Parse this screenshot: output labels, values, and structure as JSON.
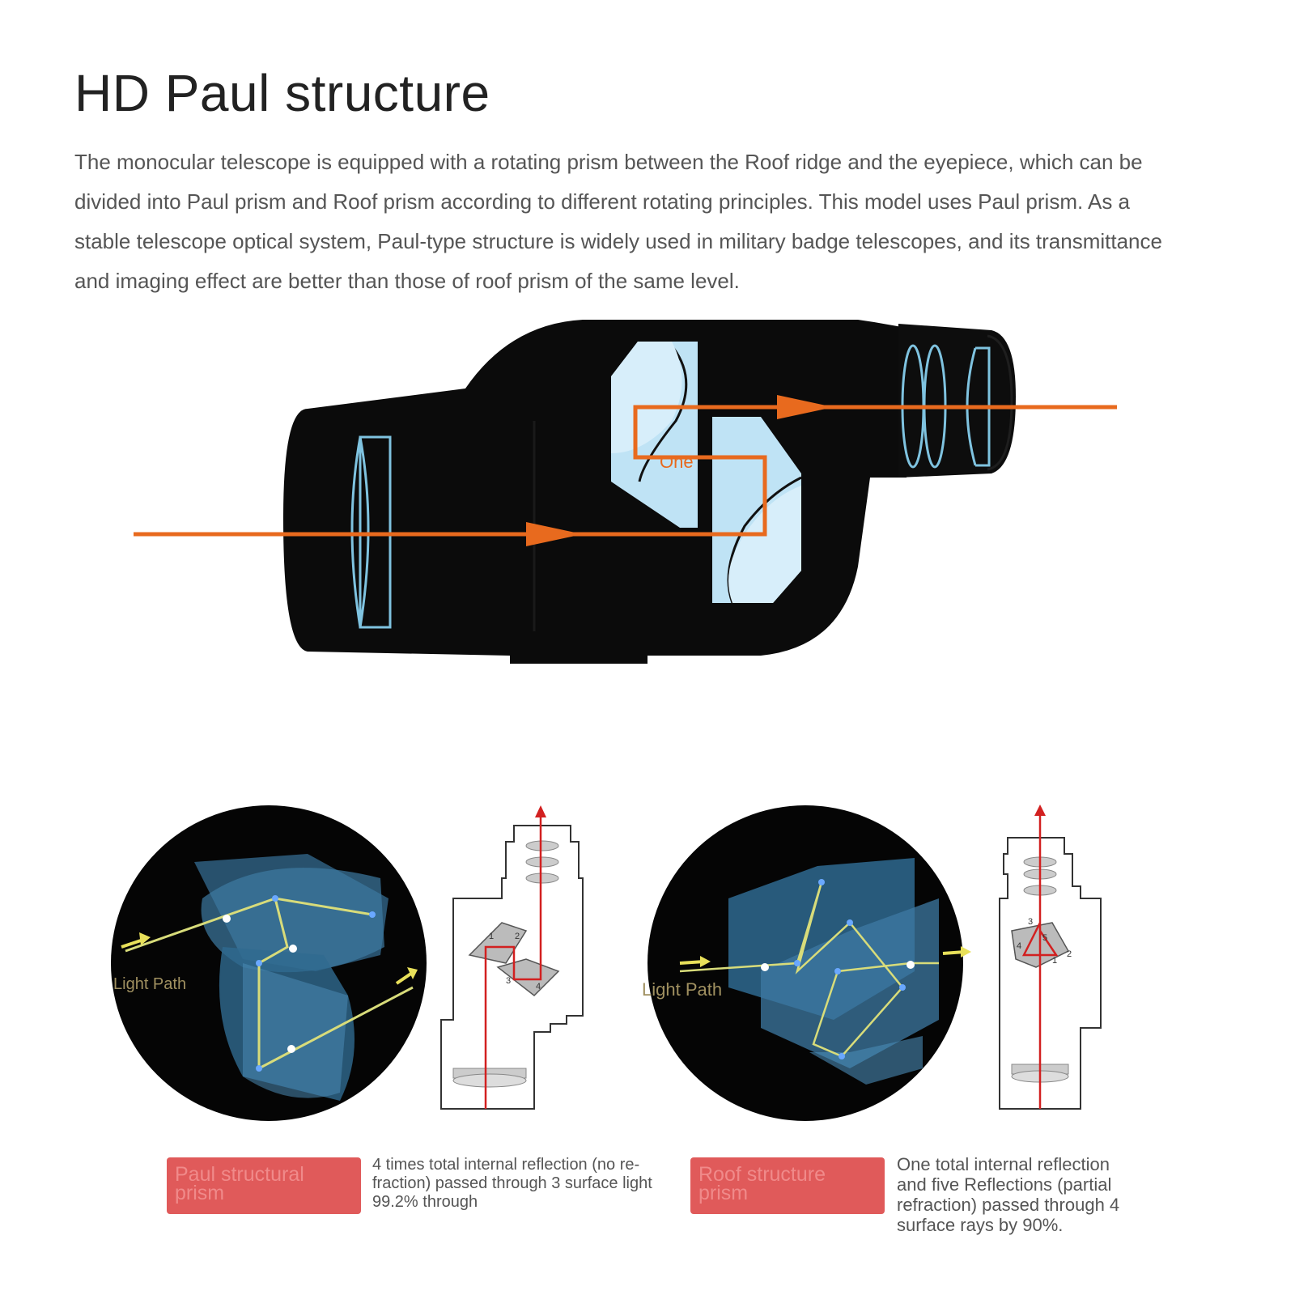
{
  "header": {
    "title": "HD Paul structure",
    "description": "The monocular telescope is equipped with a rotating prism between the Roof ridge and the eyepiece, which can be divided into Paul prism and Roof prism according to different rotating principles. This model uses Paul prism. As a stable telescope optical system, Paul-type structure is widely used in military badge telescopes, and its transmittance and imaging effect are better than those of roof prism of the same level."
  },
  "main_diagram": {
    "prism_label": "One"
  },
  "paul_panel": {
    "light_path_label": "Light Path",
    "badge": "Paul structural prism",
    "caption": "4 times total internal reflection (no re-fraction) passed through 3 surface light 99.2% through",
    "step_numbers": [
      "1",
      "2",
      "3",
      "4"
    ]
  },
  "roof_panel": {
    "light_path_label": "Light Path",
    "badge": "Roof structure prism",
    "caption": "One total internal reflection and five Reflections (partial refraction) passed through 4 surface rays by 90%.",
    "step_numbers": [
      "1",
      "2",
      "3",
      "4",
      "5"
    ]
  },
  "colors": {
    "light_ray": "#e86a1e",
    "prism_glass": "#bfe3f5",
    "lens_outline": "#7fc3e0",
    "body": "#0b0b0b",
    "badge": "#e05a5a",
    "inner_ray": "#e8e05a",
    "schematic_ray": "#d22020"
  }
}
